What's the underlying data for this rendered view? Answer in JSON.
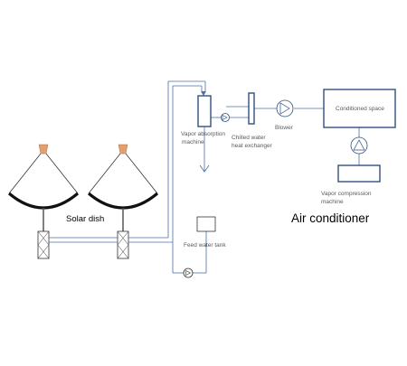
{
  "labels": {
    "solar_dish": "Solar dish",
    "air_conditioner": "Air conditioner",
    "vapor_absorption_line1": "Vapor absorption",
    "vapor_absorption_line2": "machine",
    "chilled_water_line1": "Chilled water",
    "chilled_water_line2": "heat exchanger",
    "blower": "Blower",
    "conditioned_space": "Conditioned space",
    "vapor_compression_line1": "Vapor compression",
    "vapor_compression_line2": "machine",
    "feed_water_tank": "Feed water tank"
  },
  "colors": {
    "pipe": "#4a6fa5",
    "equipment": "#2f4f7f",
    "mirror": "#111111",
    "receiver": "#e0a070",
    "ray": "#333333",
    "post": "#555555"
  },
  "icons": [
    "valve-icon",
    "pump-icon",
    "blower-icon",
    "check-valve-icon",
    "feed-pump-icon",
    "compressor-pump-icon"
  ]
}
